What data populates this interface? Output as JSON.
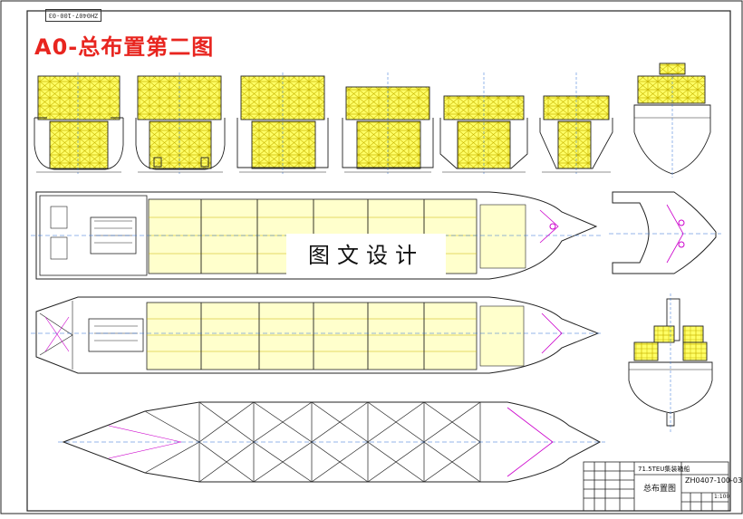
{
  "drawing": {
    "title": "A0-总布置第二图",
    "drawing_number_rotated": "ZH0407-100-03",
    "watermark": "图文设计"
  },
  "title_block": {
    "ship_name": "71.5TEU集装箱船",
    "drawing_name": "总布置图",
    "drawing_number": "ZH0407-100-03",
    "scale": "1:100"
  },
  "colors": {
    "hull_line": "#222222",
    "container_fill": "#ffff66",
    "container_line": "#c8b400",
    "annotation": "#cc00cc",
    "centerline": "#2a6fd6",
    "title_red": "#e8251f"
  }
}
